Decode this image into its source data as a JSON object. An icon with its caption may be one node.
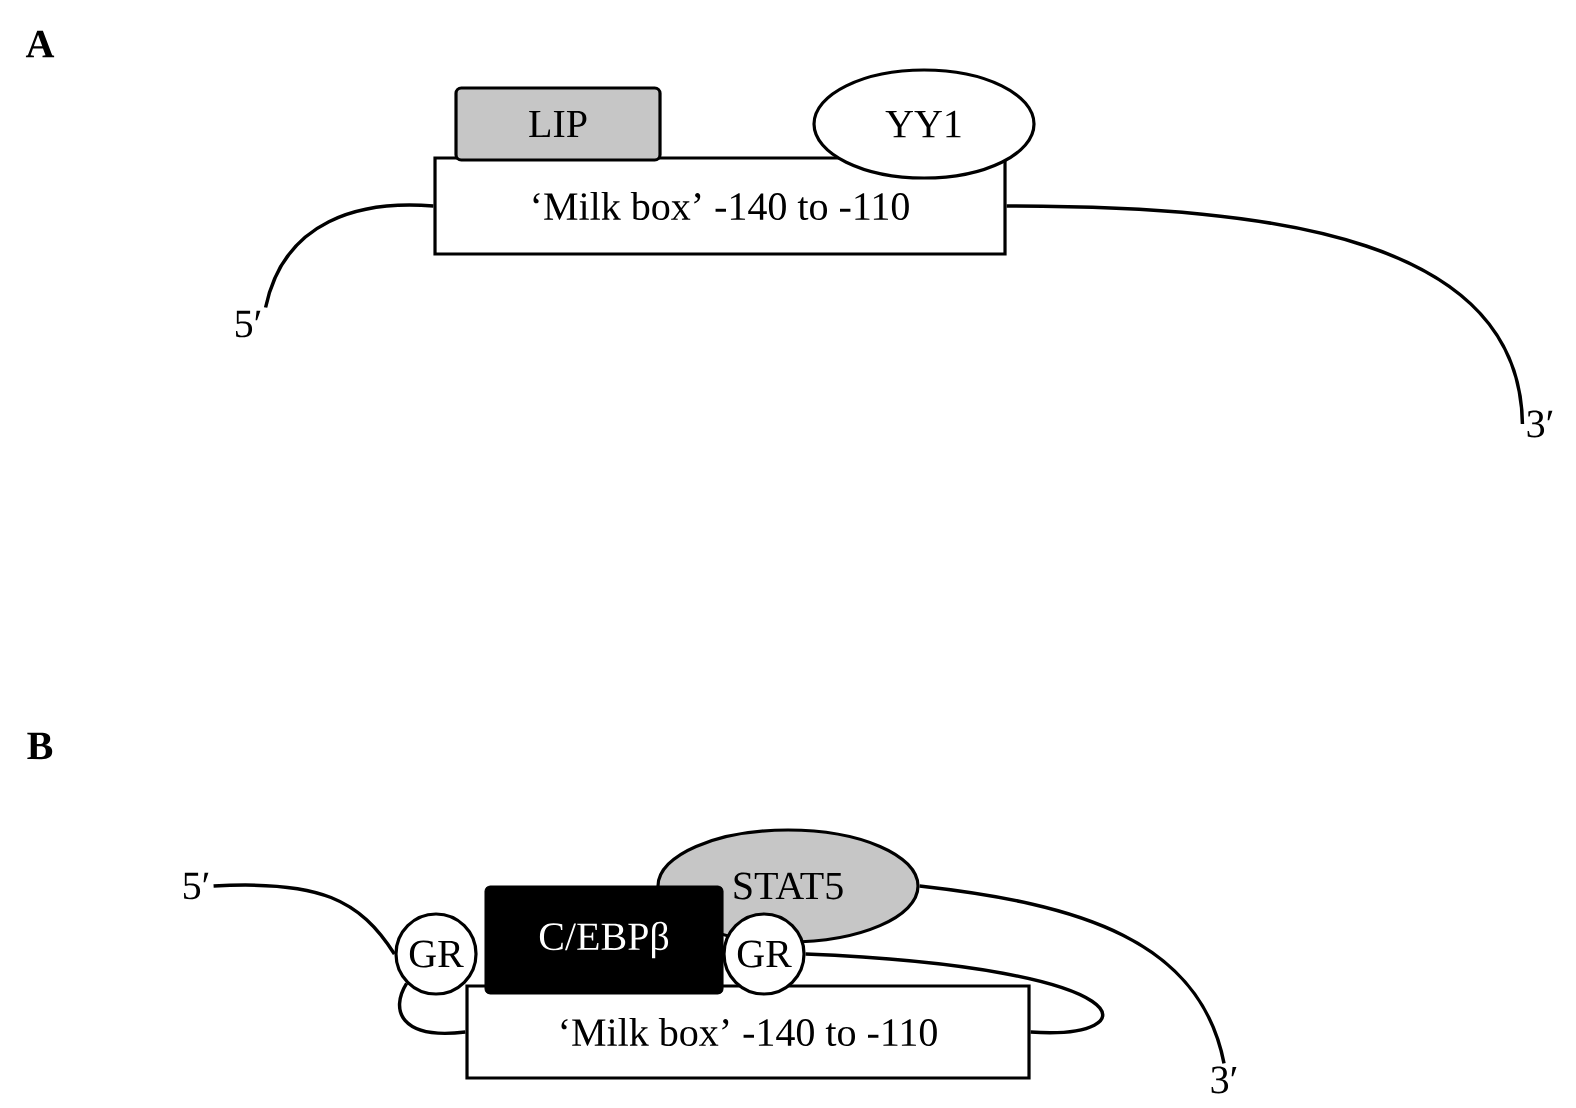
{
  "diagram": {
    "nodes": [
      {
        "text": [
          "LIP"
        ]
      },
      {
        "text": [
          "YY1"
        ]
      },
      {
        "text": [
          "‘Milk box’ -140 to -110"
        ]
      },
      {
        "text": [
          "5′"
        ]
      },
      {
        "text": [
          "3′"
        ]
      },
      {
        "text": [
          "STAT5"
        ]
      },
      {
        "text": [
          "GR"
        ]
      },
      {
        "text": [
          "C/EBPβ"
        ]
      },
      {
        "text": [
          "GR"
        ]
      },
      {
        "text": [
          "‘Milk box’ -140 to -110"
        ]
      },
      {
        "text": [
          "5′"
        ]
      },
      {
        "text": [
          "3′"
        ]
      }
    ],
    "edges": [
      {
        "from": 3,
        "to": 2,
        "arrow": "none"
      },
      {
        "from": 2,
        "to": 4,
        "arrow": "none"
      },
      {
        "from": 10,
        "to": 6,
        "arrow": "none"
      },
      {
        "from": 6,
        "to": 9,
        "arrow": "none"
      },
      {
        "from": 9,
        "to": 8,
        "arrow": "none"
      },
      {
        "from": 5,
        "to": 11,
        "arrow": "none"
      }
    ],
    "labels": [
      "A",
      "B"
    ]
  }
}
